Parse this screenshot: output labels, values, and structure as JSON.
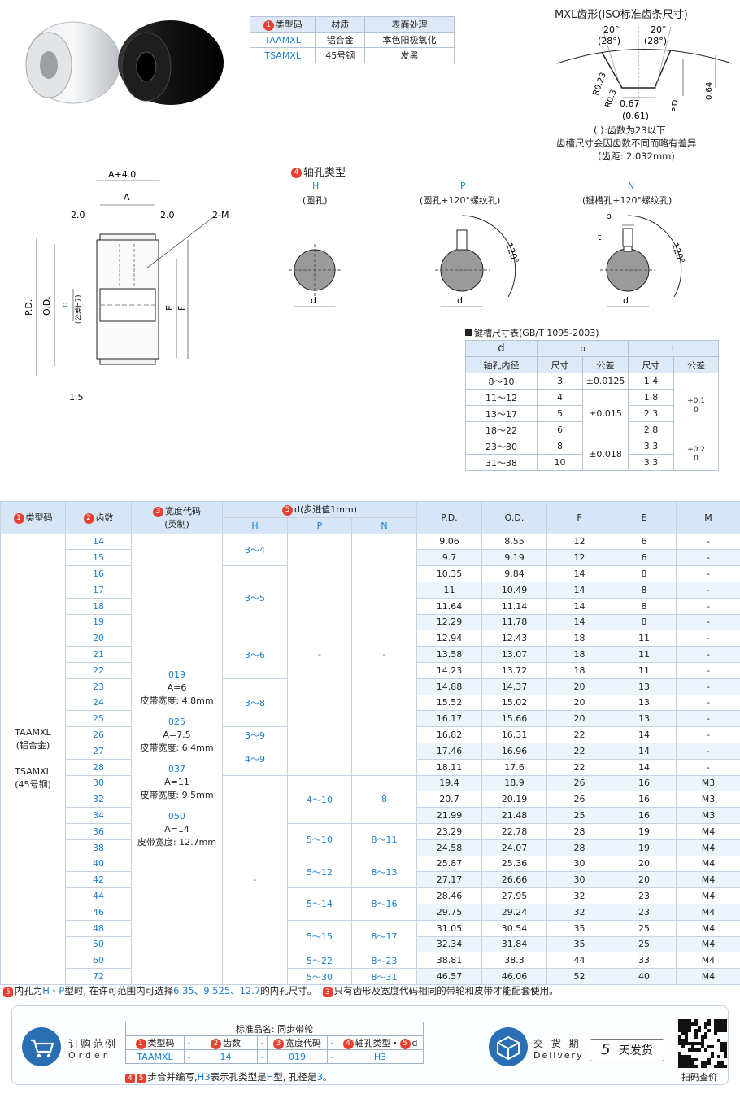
{
  "material_table": {
    "headers": [
      "类型码",
      "材质",
      "表面处理"
    ],
    "rows": [
      [
        "TAAMXL",
        "铝合金",
        "本色阳极氧化"
      ],
      [
        "TSAMXL",
        "45号钢",
        "发黑"
      ]
    ]
  },
  "tooth": {
    "title": "MXL齿形(ISO标准齿条尺寸)",
    "ang1": "20°",
    "ang2": "20°",
    "ang3": "(28°)",
    "ang4": "(28°)",
    "r1": "R0.23",
    "r2": "R0.3",
    "d1": "0.67",
    "d2": "(0.61)",
    "d3": "0.64",
    "pd": "P.D.",
    "note1": "( ):齿数为23以下",
    "note2": "齿槽尺寸会因齿数不同而略有差异",
    "note3": "(齿距: 2.032mm)"
  },
  "side": {
    "a4": "A+4.0",
    "a": "A",
    "l20": "2.0",
    "r20": "2.0",
    "m": "2-M",
    "pd": "P.D.",
    "od": "O.D.",
    "d": "d",
    "dtol": "(公差H7)",
    "e": "E",
    "f": "F",
    "w15": "1.5"
  },
  "bore": {
    "title": "轴孔类型",
    "types": [
      {
        "code": "H",
        "name": "(圆孔)"
      },
      {
        "code": "P",
        "name": "(圆孔+120°螺纹孔)"
      },
      {
        "code": "N",
        "name": "(键槽孔+120°螺纹孔)"
      }
    ],
    "d": "d",
    "angle": "120°",
    "b": "b",
    "t": "t"
  },
  "keyway": {
    "title": "键槽尺寸表(GB/T 1095-2003)",
    "h_d": "d",
    "h_d2": "轴孔内径",
    "h_b": "b",
    "h_t": "t",
    "h_size": "尺寸",
    "h_tol": "公差",
    "rows": [
      {
        "d": "8～10",
        "b": "3",
        "t": "1.4"
      },
      {
        "d": "11～12",
        "b": "4",
        "t": "1.8"
      },
      {
        "d": "13～17",
        "b": "5",
        "t": "2.3"
      },
      {
        "d": "18～22",
        "b": "6",
        "t": "2.8"
      },
      {
        "d": "23～30",
        "b": "8",
        "t": "3.3"
      },
      {
        "d": "31～38",
        "b": "10",
        "t": "3.3"
      }
    ],
    "btol": [
      "±0.0125",
      "±0.015",
      "±0.018"
    ],
    "ttol1": [
      "+0.1",
      "0"
    ],
    "ttol2": [
      "+0.2",
      "0"
    ]
  },
  "main": {
    "h_type": "类型码",
    "h_teeth": "齿数",
    "h_width": "宽度代码",
    "h_width2": "(英制)",
    "h_d": "d(步进值1mm)",
    "h_H": "H",
    "h_P": "P",
    "h_N": "N",
    "h_pd": "P.D.",
    "h_od": "O.D.",
    "h_f": "F",
    "h_e": "E",
    "h_m": "M",
    "type_lines": [
      "TAAMXL",
      "(铝合金)",
      "",
      "TSAMXL",
      "(45号钢)"
    ],
    "width_lines": [
      "019",
      "A=6",
      "皮带宽度: 4.8mm",
      "",
      "025",
      "A=7.5",
      "皮带宽度: 6.4mm",
      "",
      "037",
      "A=11",
      "皮带宽度: 9.5mm",
      "",
      "050",
      "A=14",
      "皮带宽度: 12.7mm"
    ],
    "dash": "-",
    "rows": [
      {
        "z": "14",
        "pd": "9.06",
        "od": "8.55",
        "f": "12",
        "e": "6",
        "m": "-"
      },
      {
        "z": "15",
        "pd": "9.7",
        "od": "9.19",
        "f": "12",
        "e": "6",
        "m": "-"
      },
      {
        "z": "16",
        "pd": "10.35",
        "od": "9.84",
        "f": "14",
        "e": "8",
        "m": "-"
      },
      {
        "z": "17",
        "pd": "11",
        "od": "10.49",
        "f": "14",
        "e": "8",
        "m": "-"
      },
      {
        "z": "18",
        "pd": "11.64",
        "od": "11.14",
        "f": "14",
        "e": "8",
        "m": "-"
      },
      {
        "z": "19",
        "pd": "12.29",
        "od": "11.78",
        "f": "14",
        "e": "8",
        "m": "-"
      },
      {
        "z": "20",
        "pd": "12.94",
        "od": "12.43",
        "f": "18",
        "e": "11",
        "m": "-"
      },
      {
        "z": "21",
        "pd": "13.58",
        "od": "13.07",
        "f": "18",
        "e": "11",
        "m": "-"
      },
      {
        "z": "22",
        "pd": "14.23",
        "od": "13.72",
        "f": "18",
        "e": "11",
        "m": "-"
      },
      {
        "z": "23",
        "pd": "14.88",
        "od": "14.37",
        "f": "20",
        "e": "13",
        "m": "-"
      },
      {
        "z": "24",
        "pd": "15.52",
        "od": "15.02",
        "f": "20",
        "e": "13",
        "m": "-"
      },
      {
        "z": "25",
        "pd": "16.17",
        "od": "15.66",
        "f": "20",
        "e": "13",
        "m": "-"
      },
      {
        "z": "26",
        "pd": "16.82",
        "od": "16.31",
        "f": "22",
        "e": "14",
        "m": "-"
      },
      {
        "z": "27",
        "pd": "17.46",
        "od": "16.96",
        "f": "22",
        "e": "14",
        "m": "-"
      },
      {
        "z": "28",
        "pd": "18.11",
        "od": "17.6",
        "f": "22",
        "e": "14",
        "m": "-"
      },
      {
        "z": "30",
        "pd": "19.4",
        "od": "18.9",
        "f": "26",
        "e": "16",
        "m": "M3"
      },
      {
        "z": "32",
        "pd": "20.7",
        "od": "20.19",
        "f": "26",
        "e": "16",
        "m": "M3"
      },
      {
        "z": "34",
        "pd": "21.99",
        "od": "21.48",
        "f": "25",
        "e": "16",
        "m": "M3"
      },
      {
        "z": "36",
        "pd": "23.29",
        "od": "22.78",
        "f": "28",
        "e": "19",
        "m": "M4"
      },
      {
        "z": "38",
        "pd": "24.58",
        "od": "24.07",
        "f": "28",
        "e": "19",
        "m": "M4"
      },
      {
        "z": "40",
        "pd": "25.87",
        "od": "25.36",
        "f": "30",
        "e": "20",
        "m": "M4"
      },
      {
        "z": "42",
        "pd": "27.17",
        "od": "26.66",
        "f": "30",
        "e": "20",
        "m": "M4"
      },
      {
        "z": "44",
        "pd": "28.46",
        "od": "27.95",
        "f": "32",
        "e": "23",
        "m": "M4"
      },
      {
        "z": "46",
        "pd": "29.75",
        "od": "29.24",
        "f": "32",
        "e": "23",
        "m": "M4"
      },
      {
        "z": "48",
        "pd": "31.05",
        "od": "30.54",
        "f": "35",
        "e": "25",
        "m": "M4"
      },
      {
        "z": "50",
        "pd": "32.34",
        "od": "31.84",
        "f": "35",
        "e": "25",
        "m": "M4"
      },
      {
        "z": "60",
        "pd": "38.81",
        "od": "38.3",
        "f": "44",
        "e": "33",
        "m": "M4"
      },
      {
        "z": "72",
        "pd": "46.57",
        "od": "46.06",
        "f": "52",
        "e": "40",
        "m": "M4"
      }
    ],
    "H": [
      "3～4",
      "3～5",
      "3～6",
      "3～8",
      "3～9",
      "4～9"
    ],
    "P": [
      "4～10",
      "5～10",
      "5～12",
      "5～14",
      "5～15",
      "5～22",
      "5～30"
    ],
    "N": [
      "8",
      "8～11",
      "8～13",
      "8～16",
      "8～17",
      "8～23",
      "8～31"
    ]
  },
  "notes": {
    "n1a": "内孔为",
    "n1b": "H・P",
    "n1c": "型时, 在许可范围内可选择",
    "n1d": "6.35、9.525、12.7",
    "n1e": "的内孔尺寸。",
    "n2": "只有齿形及宽度代码相同的带轮和皮带才能配套使用。"
  },
  "order": {
    "label": "订购范例",
    "label_en": "Order",
    "std_name": "标准品名: 同步带轮",
    "h_type": "类型码",
    "h_teeth": "齿数",
    "h_width": "宽度代码",
    "h_bore": "轴孔类型・",
    "h_d": "d",
    "v_type": "TAAMXL",
    "v_teeth": "14",
    "v_width": "019",
    "v_bore": "H3",
    "dash": "-",
    "note_a": "步合并编写,",
    "note_b": "H3",
    "note_c": "表示孔类型是",
    "note_d": "H",
    "note_e": "型, 孔径是",
    "note_f": "3",
    "note_g": "。",
    "delivery": "交 货 期",
    "delivery_en": "Delivery",
    "days": "5",
    "days_label": "天发货",
    "qr": "扫码查价"
  }
}
